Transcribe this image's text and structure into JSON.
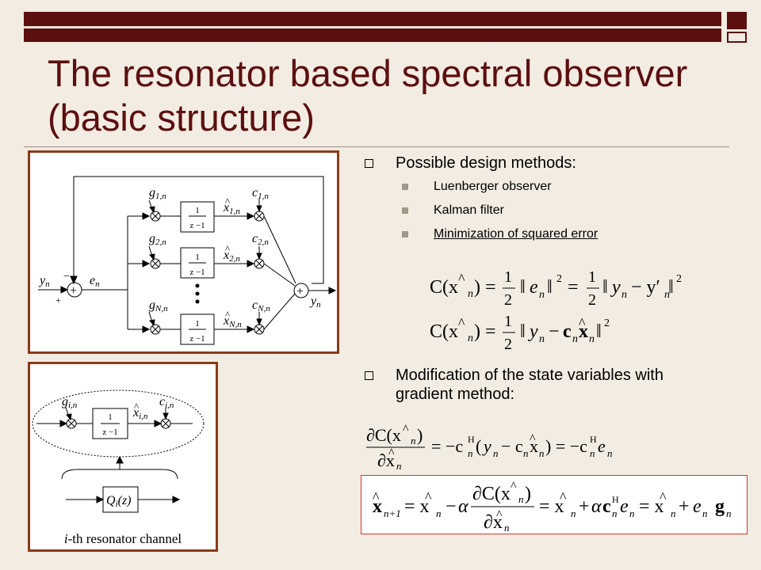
{
  "slide": {
    "title": "The resonator based spectral observer (basic structure)"
  },
  "bullets": {
    "item1": "Possible design methods:",
    "sub": [
      "Luenberger observer",
      "Kalman filter",
      "Minimization of squared error"
    ],
    "item2": "Modification of the state variables with gradient method:"
  },
  "diagram_main": {
    "g1": "g",
    "g1_sub": "1,n",
    "g2": "g",
    "g2_sub": "2,n",
    "gN": "g",
    "gN_sub": "N,n",
    "c1": "c",
    "c1_sub": "1,n",
    "c2": "c",
    "c2_sub": "2,n",
    "cN": "c",
    "cN_sub": "N,n",
    "x1": "x",
    "x1_sub": "1,n",
    "x2": "x",
    "x2_sub": "2,n",
    "xN": "x",
    "xN_sub": "N,n",
    "tf_num": "1",
    "tf_den": "z −1",
    "yn": "y",
    "yn_sub": "n",
    "en": "e",
    "en_sub": "n",
    "yout": "y",
    "yout_sub": "n",
    "minus": "−",
    "plus": "+"
  },
  "diagram_channel": {
    "g": "g",
    "g_sub": "i,n",
    "c": "c",
    "c_sub": "i,n",
    "x": "x",
    "x_sub": "i,n",
    "tf_num": "1",
    "tf_den": "z −1",
    "q": "Q",
    "q_sub": "i",
    "q_arg": "(z)",
    "caption_i": "i",
    "caption_rest": "-th resonator channel"
  },
  "colors": {
    "accent": "#5c0f0f",
    "frame": "#8a3a1a",
    "highlight_box": "#e03030",
    "background": "#f3ece2"
  }
}
